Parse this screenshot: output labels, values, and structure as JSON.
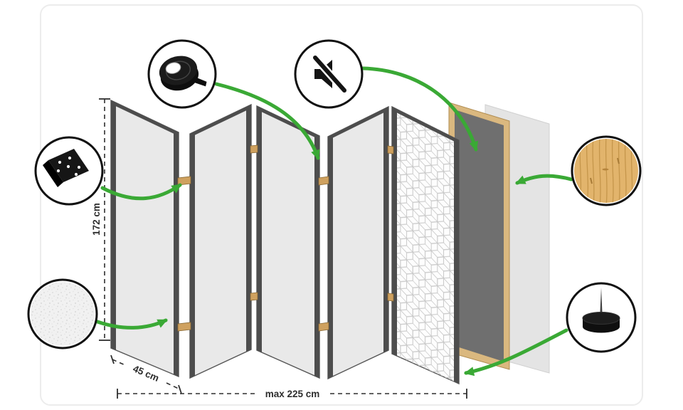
{
  "labels": {
    "height": "172 cm",
    "panel_width": "45 cm",
    "max_width": "max 225 cm"
  },
  "colors": {
    "accent_green": "#3aa935",
    "panel_fill": "#e9e9e9",
    "panel_edge": "#4d4d4d",
    "hinge_wood": "#cfa15f",
    "frame_wood": "#dab87f",
    "core_panel": "#6f6f6f",
    "backing_fill": "#e4e4e4",
    "pattern_line": "#c9c9c9",
    "wood_fill": "#e2b46c",
    "wood_grain": "#c5964b",
    "icon_black": "#141414",
    "dimension_color": "#2d2d2d"
  },
  "callouts": {
    "tape": {
      "icon": "tape-roll-icon"
    },
    "mute": {
      "icon": "speaker-mute-icon"
    },
    "hinge": {
      "icon": "hinge-icon"
    },
    "fabric": {
      "icon": "fabric-texture-icon"
    },
    "wood": {
      "icon": "wood-texture-icon"
    },
    "pad": {
      "icon": "felt-pad-icon"
    }
  }
}
